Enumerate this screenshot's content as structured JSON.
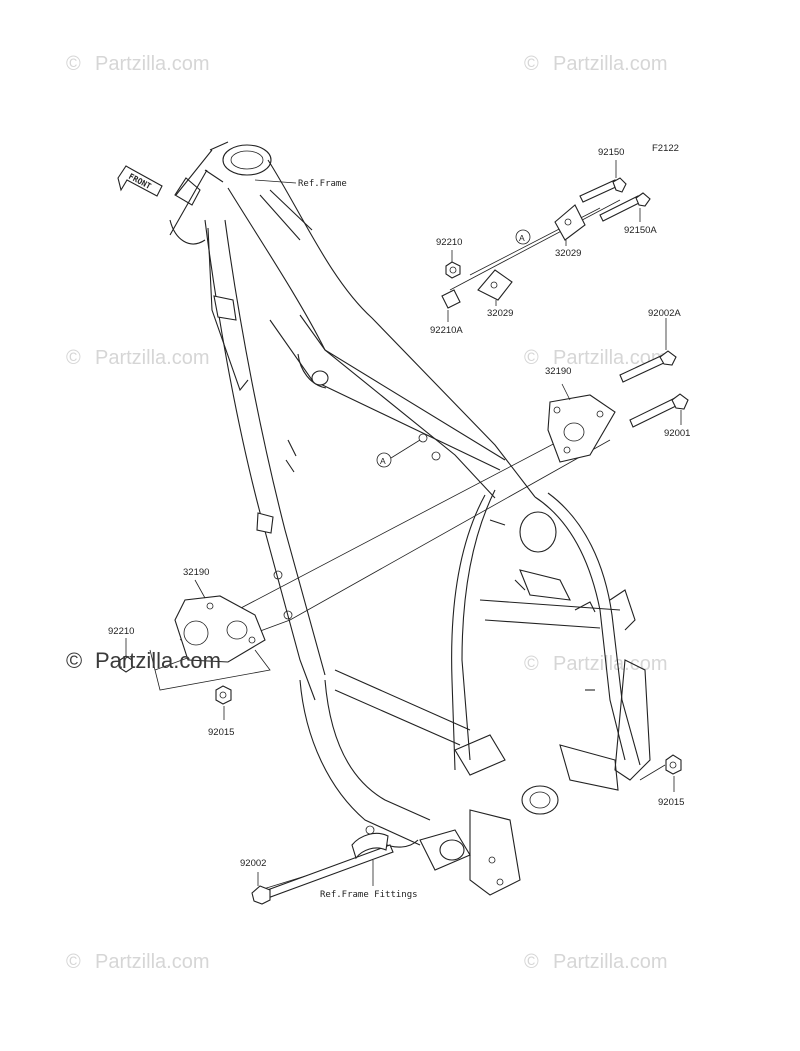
{
  "watermark": {
    "text": "Partzilla.com",
    "symbol": "©"
  },
  "figure_code": "F2122",
  "front_arrow_text": "FRONT",
  "refs": {
    "frame": "Ref.Frame",
    "frame_fittings": "Ref.Frame Fittings"
  },
  "callout_marker": "A",
  "parts": {
    "p92150": "92150",
    "p92150A": "92150A",
    "p92210_top": "92210",
    "p92210A": "92210A",
    "p32029_a": "32029",
    "p32029_b": "32029",
    "p92002A": "92002A",
    "p32190_right": "32190",
    "p92001": "92001",
    "p32190_left": "32190",
    "p92210_left": "92210",
    "p92015_left": "92015",
    "p92015_right": "92015",
    "p92002": "92002"
  }
}
